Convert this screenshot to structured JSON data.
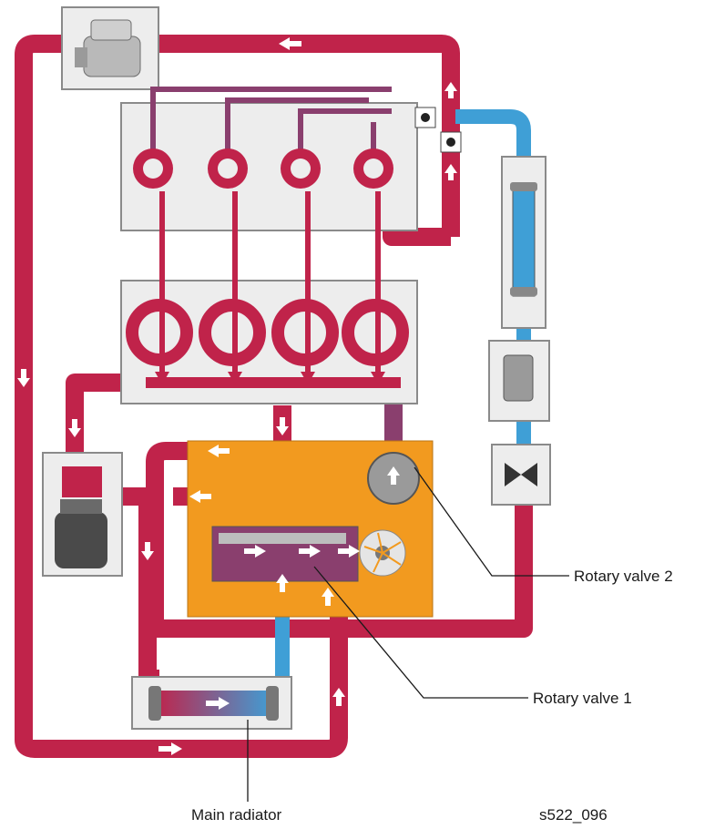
{
  "labels": {
    "rotary_valve_2": "Rotary valve 2",
    "rotary_valve_1": "Rotary valve 1",
    "main_radiator": "Main radiator",
    "figure_id": "s522_096"
  },
  "colors": {
    "hot_coolant": "#c0234a",
    "cool_coolant": "#3f9fd6",
    "mixed_coolant": "#8a3f6e",
    "housing": "#ededed",
    "valve_module": "#f29a1f",
    "outline": "#8a8a8a"
  }
}
